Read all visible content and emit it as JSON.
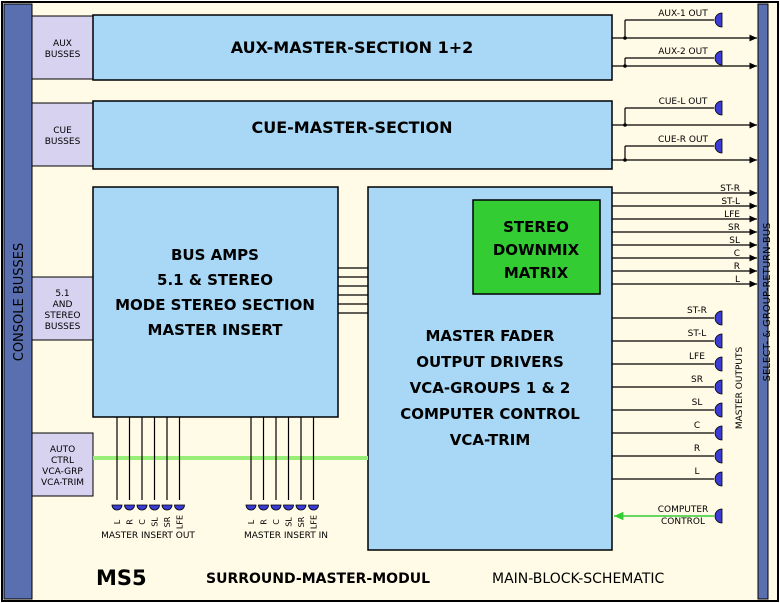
{
  "colors": {
    "background": "#fffbe6",
    "block": "#a8d8f5",
    "green_block": "#33cc33",
    "side_rail": "#5a6fb0",
    "small_box": "#d6d2f0",
    "connector": "#3b3bd6",
    "green_line": "#99ee77",
    "title_blue": "#1d5fb8"
  },
  "rails": {
    "left": "CONSOLE BUSSES",
    "right": "SELECT- & GROUP-RETURN-BUS"
  },
  "input_boxes": {
    "aux": [
      "AUX",
      "BUSSES"
    ],
    "cue": [
      "CUE",
      "BUSSES"
    ],
    "surround": [
      "5.1",
      "AND",
      "STEREO",
      "BUSSES"
    ],
    "auto": [
      "AUTO",
      "CTRL",
      "VCA-GRP",
      "VCA-TRIM"
    ]
  },
  "blocks": {
    "aux_master": "AUX-MASTER-SECTION 1+2",
    "cue_master": "CUE-MASTER-SECTION",
    "bus_amps": [
      "BUS AMPS",
      "5.1 & STEREO",
      "MODE STEREO SECTION",
      "MASTER INSERT"
    ],
    "downmix": [
      "STEREO",
      "DOWNMIX",
      "MATRIX"
    ],
    "master_fader": [
      "MASTER FADER",
      "OUTPUT DRIVERS",
      "VCA-GROUPS 1 & 2",
      "COMPUTER CONTROL",
      "VCA-TRIM"
    ]
  },
  "outputs": {
    "aux": [
      "AUX-1 OUT",
      "AUX-2 OUT"
    ],
    "cue": [
      "CUE-L OUT",
      "CUE-R OUT"
    ],
    "return_bus": [
      "ST-R",
      "ST-L",
      "LFE",
      "SR",
      "SL",
      "C",
      "R",
      "L"
    ],
    "master": [
      "ST-R",
      "ST-L",
      "LFE",
      "SR",
      "SL",
      "C",
      "R",
      "L"
    ],
    "master_label": "MASTER OUTPUTS",
    "computer_control": [
      "COMPUTER",
      "CONTROL"
    ]
  },
  "inserts": {
    "channels": [
      "L",
      "R",
      "C",
      "SL",
      "SR",
      "LFE"
    ],
    "out_label": "MASTER INSERT OUT",
    "in_label": "MASTER INSERT IN"
  },
  "footer": {
    "model": "MS5",
    "module": "SURROUND-MASTER-MODUL",
    "schematic": "MAIN-BLOCK-SCHEMATIC"
  }
}
